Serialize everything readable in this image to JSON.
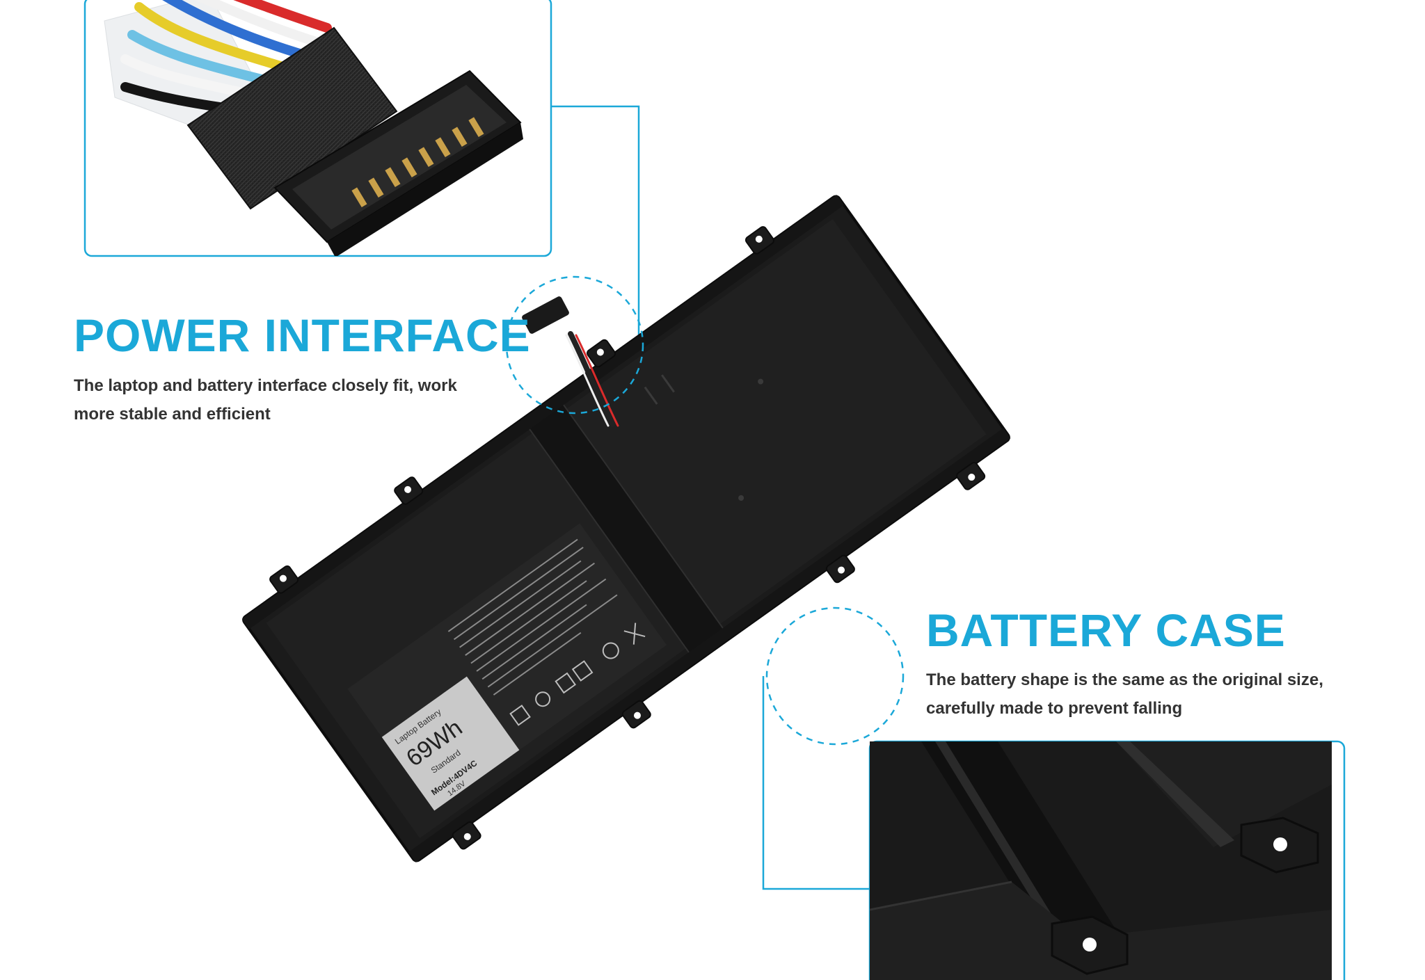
{
  "colors": {
    "accent": "#1ba8d8",
    "battery_body": "#1b1b1b",
    "battery_edge": "#0c0c0c",
    "label_panel": "#262626",
    "sticker_grey": "#c9c9c9"
  },
  "power_interface": {
    "heading": "POWER INTERFACE",
    "description_lines": [
      "The laptop and battery interface closely fit, work",
      "more stable and efficient"
    ]
  },
  "battery_case": {
    "heading": "BATTERY CASE",
    "description_lines": [
      "The battery shape is the same as the original size,",
      "carefully made to prevent falling"
    ]
  },
  "battery_label": {
    "title": "Laptop Battery",
    "capacity": "69Wh",
    "type": "Standard",
    "model": "Model:4DV4C",
    "voltage": "14.8V"
  }
}
